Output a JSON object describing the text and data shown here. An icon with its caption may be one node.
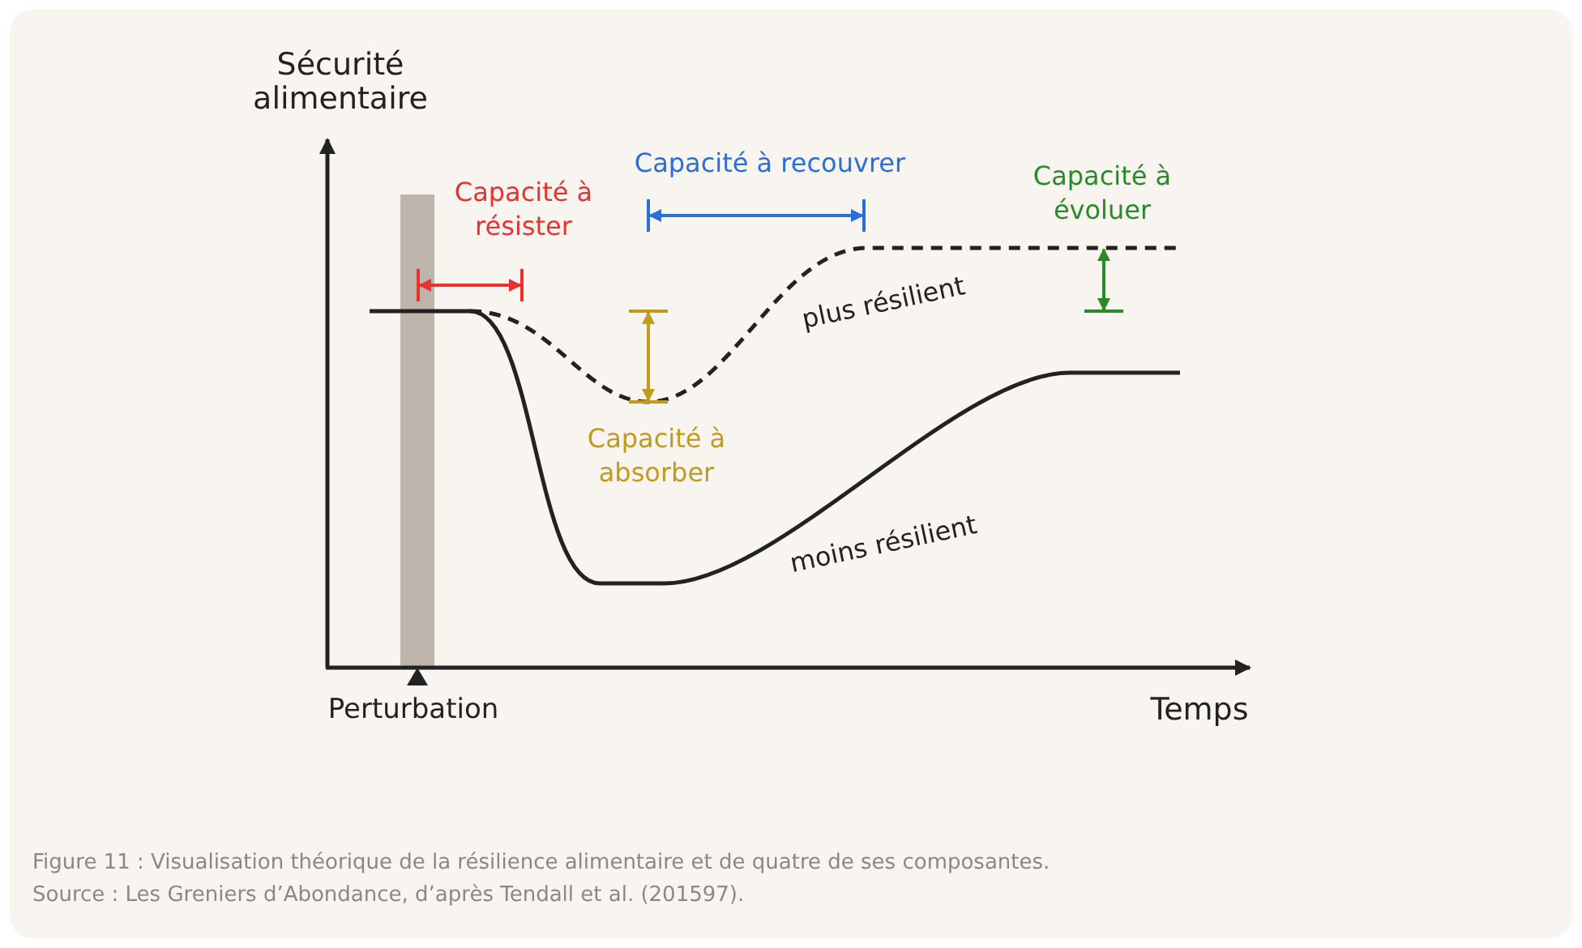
{
  "diagram": {
    "caption": "Figure 11 : Visualisation théorique de la résilience alimentaire et de quatre de ses composantes.",
    "labels": [
      "Sécurité alimentaire",
      "Capacité à résister",
      "Capacité à recouvrer",
      "Capacité à évoluer",
      "plus résilient",
      "Capacité à absorber",
      "moins résilient",
      "Perturbation",
      "Temps",
      "Source : Les Greniers d’Abondance, d’après Tendall et al. (201597)."
    ]
  }
}
